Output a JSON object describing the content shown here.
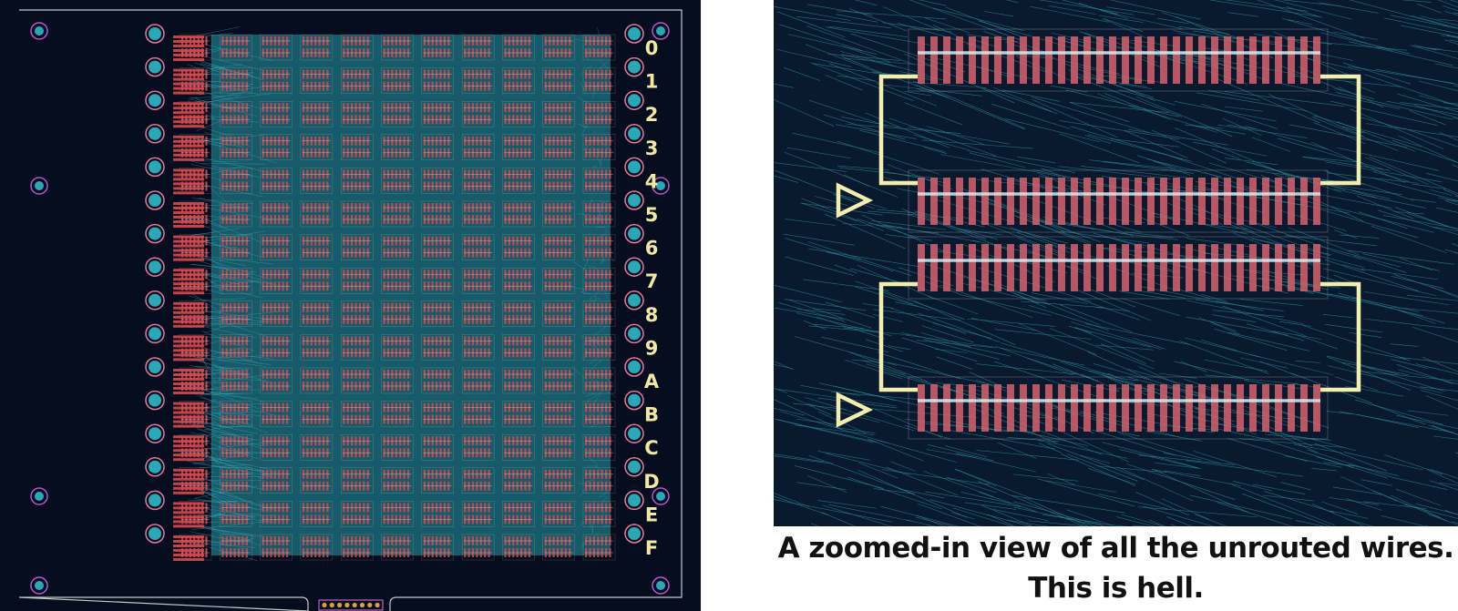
{
  "pcb_board": {
    "row_labels": [
      "0",
      "1",
      "2",
      "3",
      "4",
      "5",
      "6",
      "7",
      "8",
      "9",
      "A",
      "B",
      "C",
      "D",
      "E",
      "F"
    ],
    "colors": {
      "background": "#050d1f",
      "board_outline": "#c8c8c8",
      "copper_fill": "#1b6a78",
      "pad": "#d8494e",
      "ratsnest": "#3ab0c4",
      "silkscreen": "#f2e8a0",
      "via_ring": "#e8789a",
      "mounting_hole": "#c050d0",
      "connector": "#c060c8"
    }
  },
  "zoom_view": {
    "colors": {
      "background": "#0a1a2e",
      "ratsnest": "#2a8ea0",
      "pad": "#d8616a",
      "silkscreen": "#f2eeb0",
      "track": "#d8eef2"
    }
  },
  "caption": {
    "line1": "A zoomed-in view of all the unrouted wires.",
    "line2": "This is hell."
  }
}
